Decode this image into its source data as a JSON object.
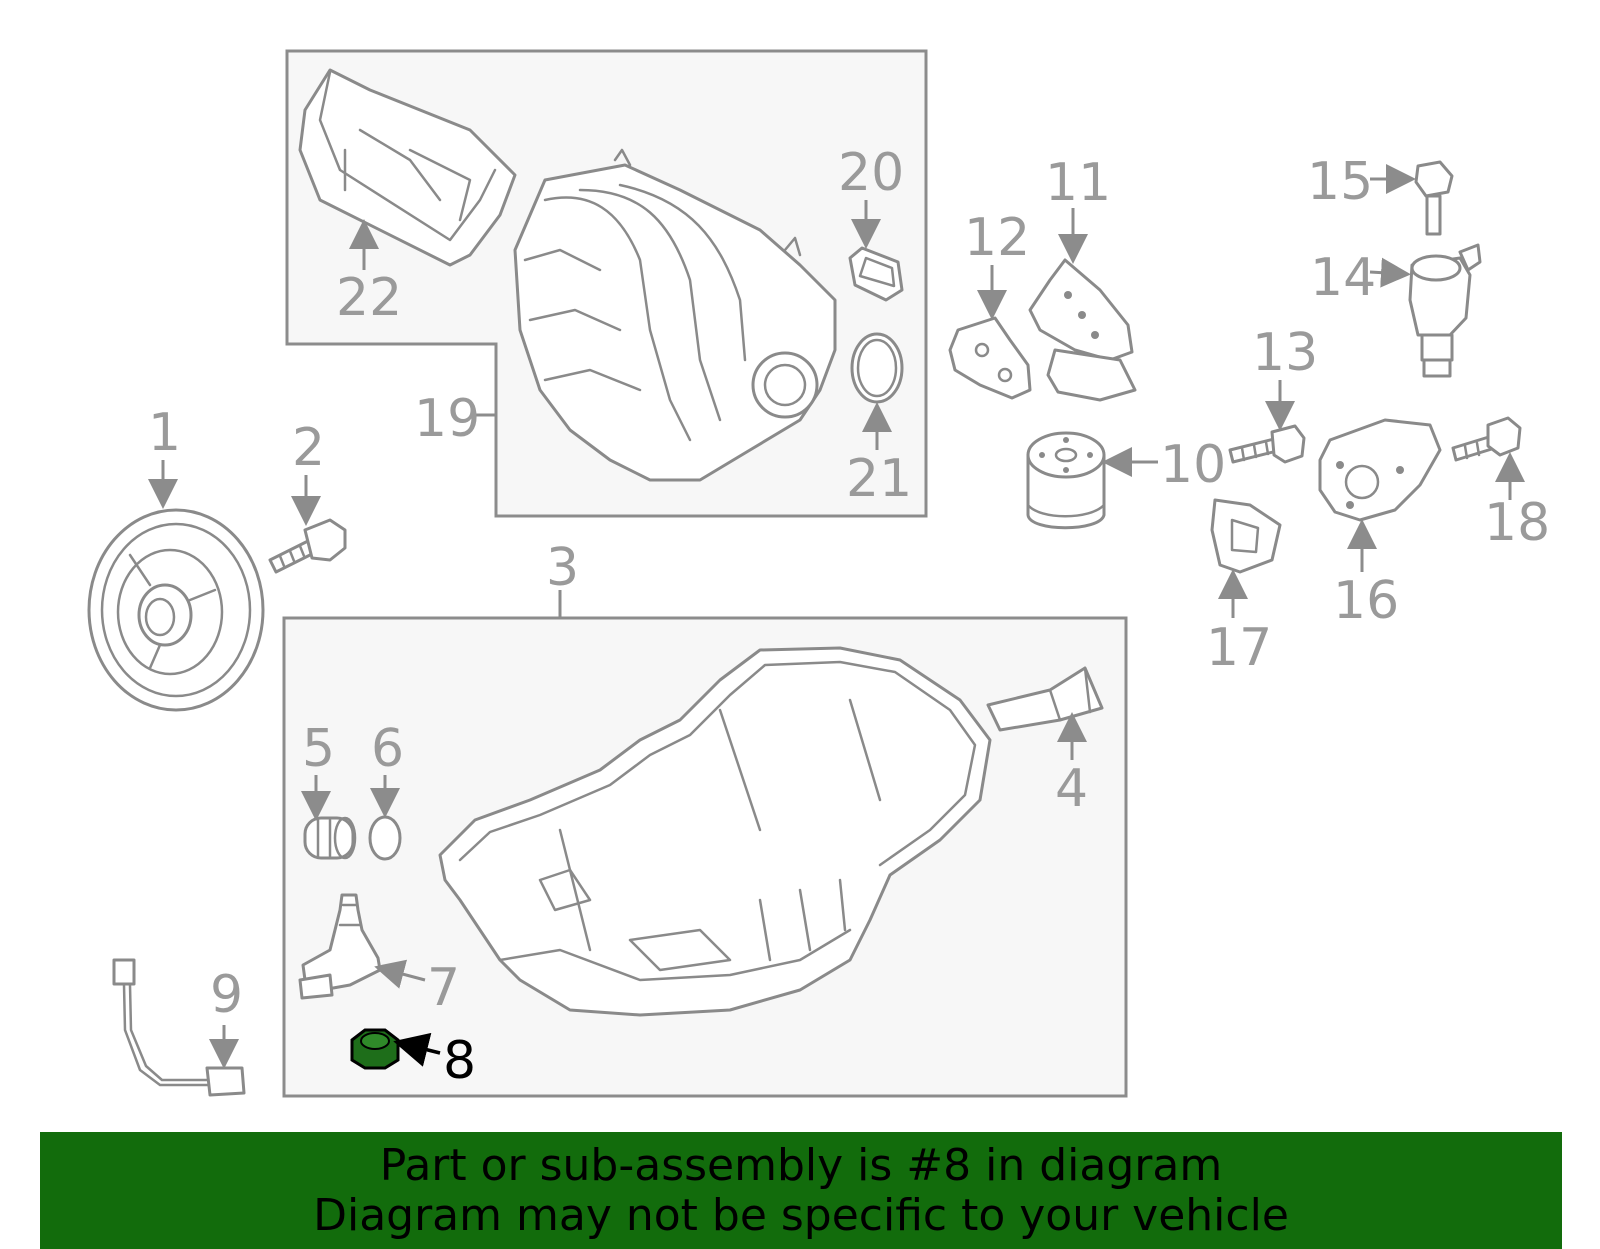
{
  "diagram": {
    "callouts": {
      "c1": "1",
      "c2": "2",
      "c3": "3",
      "c4": "4",
      "c5": "5",
      "c6": "6",
      "c7": "7",
      "c8": "8",
      "c9": "9",
      "c10": "10",
      "c11": "11",
      "c12": "12",
      "c13": "13",
      "c14": "14",
      "c15": "15",
      "c16": "16",
      "c17": "17",
      "c18": "18",
      "c19": "19",
      "c20": "20",
      "c21": "21",
      "c22": "22"
    },
    "highlighted_part": "8",
    "colors": {
      "highlight": "#1e6e1a",
      "banner": "#126c0c",
      "outline": "#8a8a8a",
      "box_fill": "#f7f7f7"
    }
  },
  "banner": {
    "line1": "Part or sub-assembly is #8 in diagram",
    "line2": "Diagram may not be specific to your vehicle"
  }
}
